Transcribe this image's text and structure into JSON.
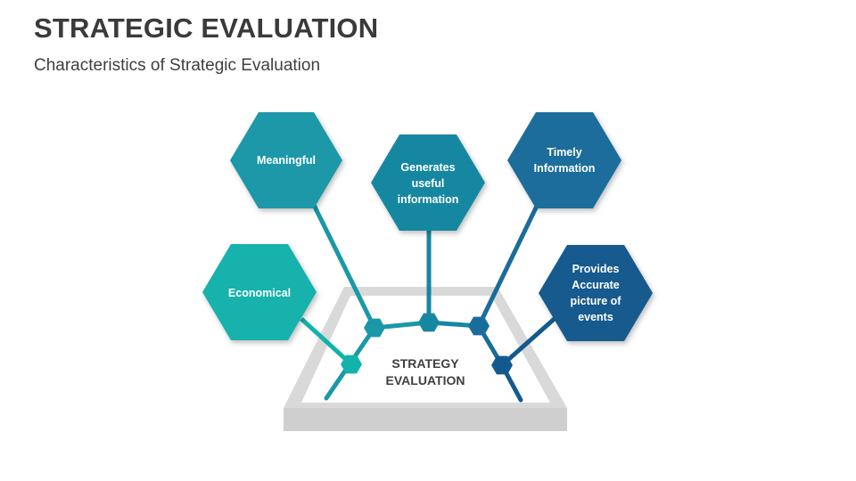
{
  "header": {
    "title": "STRATEGIC EVALUATION",
    "subtitle": "Characteristics of Strategic Evaluation"
  },
  "center": {
    "line1": "STRATEGY",
    "line2": "EVALUATION"
  },
  "nodes": [
    {
      "id": "meaningful",
      "lines": [
        "Meaningful"
      ],
      "color": "#1a98a8"
    },
    {
      "id": "generates-useful-information",
      "lines": [
        "Generates",
        "useful",
        "information"
      ],
      "color": "#1787a1"
    },
    {
      "id": "timely-information",
      "lines": [
        "Timely",
        "Information"
      ],
      "color": "#1a6d9b"
    },
    {
      "id": "economical",
      "lines": [
        "Economical"
      ],
      "color": "#13b2ab"
    },
    {
      "id": "provides-accurate-picture",
      "lines": [
        "Provides",
        "Accurate",
        "picture of",
        "events"
      ],
      "color": "#125a8e"
    }
  ]
}
